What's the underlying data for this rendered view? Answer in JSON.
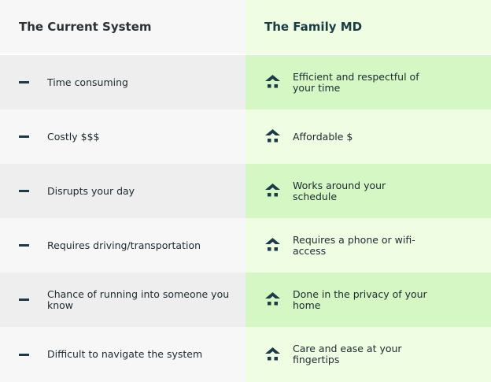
{
  "header": {
    "left_title": "The Current System",
    "right_title": "The Family MD"
  },
  "colors": {
    "icon": "#1d3a48",
    "left_dark": "#eeeeee",
    "left_light": "#f7f7f7",
    "right_dark": "#d4f7c4",
    "right_light": "#effee3"
  },
  "icons": {
    "left": "minus-icon",
    "right": "house-icon"
  },
  "rows": [
    {
      "current": "Time consuming",
      "family": "Efficient and respectful of your time"
    },
    {
      "current": "Costly $$$",
      "family": "Affordable $"
    },
    {
      "current": "Disrupts your day",
      "family": "Works around your schedule"
    },
    {
      "current": "Requires driving/transportation",
      "family": "Requires a phone or wifi-access"
    },
    {
      "current": "Chance of running into someone you know",
      "family": "Done in the privacy of your home"
    },
    {
      "current": "Difficult to navigate the system",
      "family": "Care and ease at your fingertips"
    }
  ]
}
